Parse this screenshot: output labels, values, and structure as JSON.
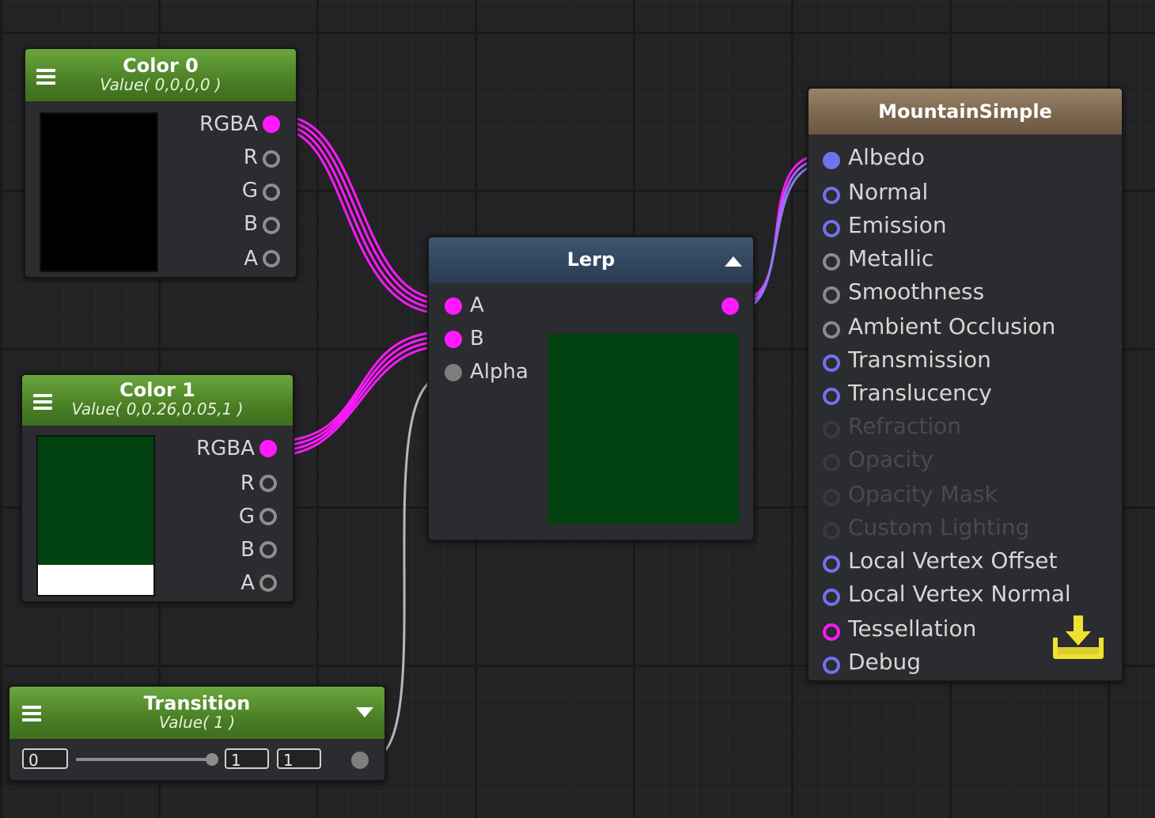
{
  "color0": {
    "title": "Color 0",
    "value": "Value( 0,0,0,0 )",
    "preview_color": "#000000",
    "ports": [
      "RGBA",
      "R",
      "G",
      "B",
      "A"
    ]
  },
  "color1": {
    "title": "Color 1",
    "value": "Value( 0,0.26,0.05,1 )",
    "preview_color": "#024211",
    "alpha_color": "#ffffff",
    "ports": [
      "RGBA",
      "R",
      "G",
      "B",
      "A"
    ]
  },
  "transition": {
    "title": "Transition",
    "value": "Value( 1 )",
    "min": "0",
    "current": "1",
    "max": "1",
    "slider_fraction": 1.0
  },
  "lerp": {
    "title": "Lerp",
    "inputs": [
      "A",
      "B",
      "Alpha"
    ],
    "preview_color": "#024211"
  },
  "master": {
    "title": "MountainSimple",
    "ports": [
      {
        "label": "Albedo",
        "state": "connected"
      },
      {
        "label": "Normal",
        "state": "active"
      },
      {
        "label": "Emission",
        "state": "active"
      },
      {
        "label": "Metallic",
        "state": "scalar"
      },
      {
        "label": "Smoothness",
        "state": "scalar"
      },
      {
        "label": "Ambient Occlusion",
        "state": "scalar"
      },
      {
        "label": "Transmission",
        "state": "active"
      },
      {
        "label": "Translucency",
        "state": "active"
      },
      {
        "label": "Refraction",
        "state": "disabled"
      },
      {
        "label": "Opacity",
        "state": "disabled"
      },
      {
        "label": "Opacity Mask",
        "state": "disabled"
      },
      {
        "label": "Custom Lighting",
        "state": "disabled"
      },
      {
        "label": "Local Vertex Offset",
        "state": "active"
      },
      {
        "label": "Local Vertex Normal",
        "state": "active"
      },
      {
        "label": "Tessellation",
        "state": "tessellation"
      },
      {
        "label": "Debug",
        "state": "active"
      }
    ],
    "save_icon": "download-tray-icon"
  },
  "colors": {
    "wire_color": "#ff19ff",
    "albedo_wire": "#8a7cf0",
    "alpha_wire": "#b8b8b8",
    "port_active": "#7072ee",
    "port_disabled": "#3a3a3c",
    "port_scalar": "#8a8a8a",
    "port_tessellation": "#ff19ff",
    "accent_save": "#f0e030"
  }
}
